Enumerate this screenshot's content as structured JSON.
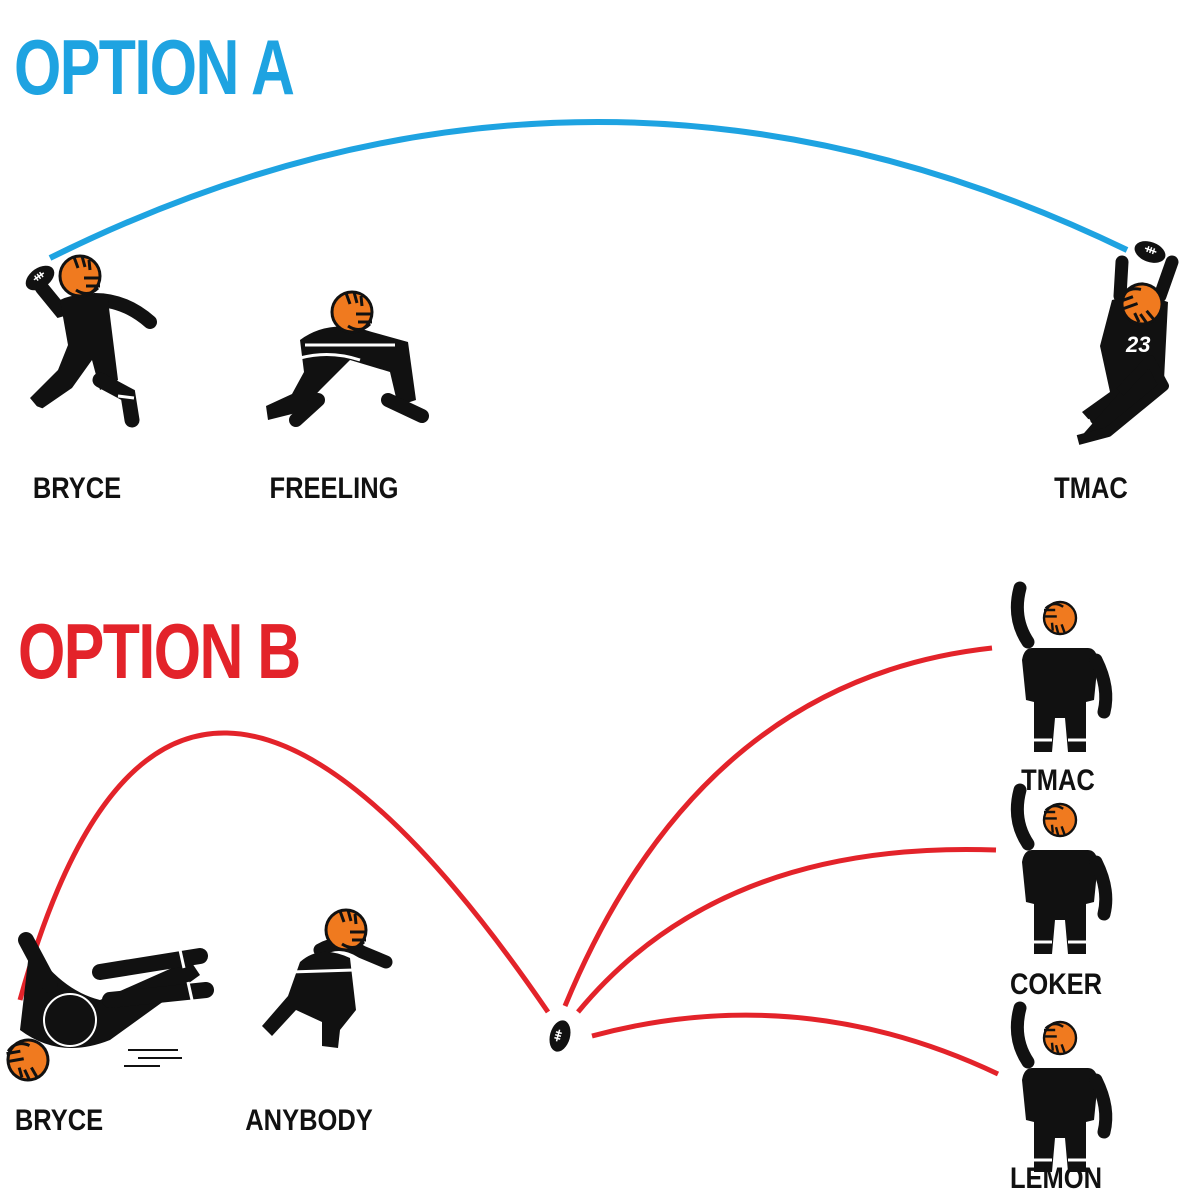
{
  "colors": {
    "option_a": "#1ea3e1",
    "option_b": "#e3232a",
    "player": "#111111",
    "helmet": "#f07a1f"
  },
  "option_a": {
    "title": "OPTION A",
    "players": [
      {
        "name": "BRYCE",
        "icon": "quarterback-throwing-icon"
      },
      {
        "name": "FREELING",
        "icon": "lineman-blocking-icon"
      },
      {
        "name": "TMAC",
        "icon": "receiver-catching-icon",
        "jersey_number": "23"
      }
    ]
  },
  "option_b": {
    "title": "OPTION B",
    "players": [
      {
        "name": "BRYCE",
        "icon": "quarterback-diving-icon"
      },
      {
        "name": "ANYBODY",
        "icon": "player-pushing-icon"
      },
      {
        "name": "TMAC",
        "icon": "receiver-hand-raised-icon"
      },
      {
        "name": "COKER",
        "icon": "receiver-hand-raised-icon"
      },
      {
        "name": "LEMON",
        "icon": "receiver-hand-raised-icon"
      }
    ]
  }
}
